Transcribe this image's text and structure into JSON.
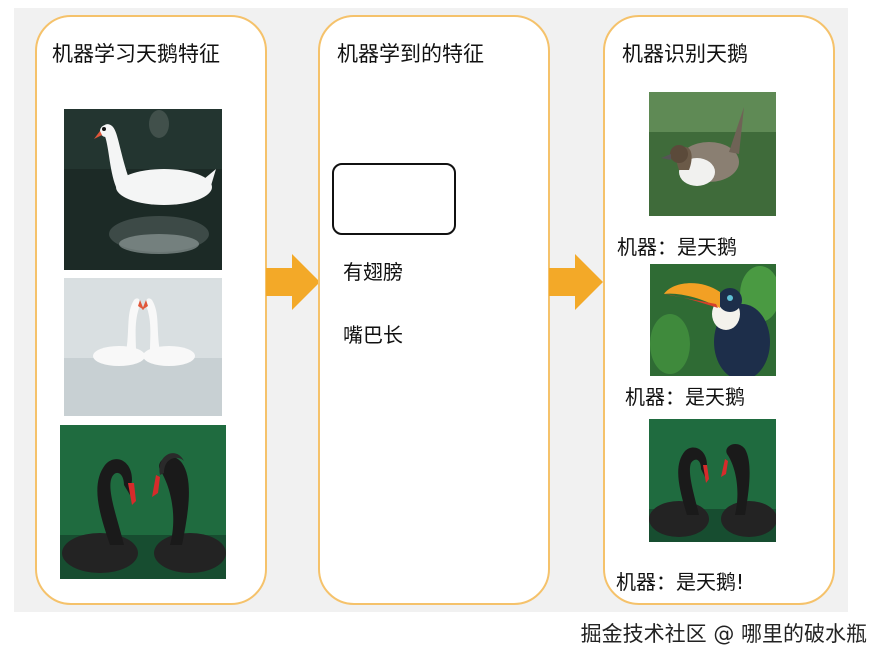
{
  "panels": {
    "learn": {
      "title": "机器学习天鹅特征"
    },
    "features": {
      "title": "机器学到的特征",
      "items": [
        "有翅膀",
        "嘴巴长"
      ]
    },
    "recognize": {
      "title": "机器识别天鹅",
      "results": [
        "机器：是天鹅",
        "机器：是天鹅",
        "机器：是天鹅!"
      ]
    }
  },
  "colors": {
    "panel_border": "#f5c26b",
    "arrow": "#f3a928",
    "feature_box_border": "#111111"
  },
  "icons": [
    "arrow-right-icon",
    "arrow-right-icon"
  ],
  "watermark": "掘金技术社区 @ 哪里的破水瓶"
}
